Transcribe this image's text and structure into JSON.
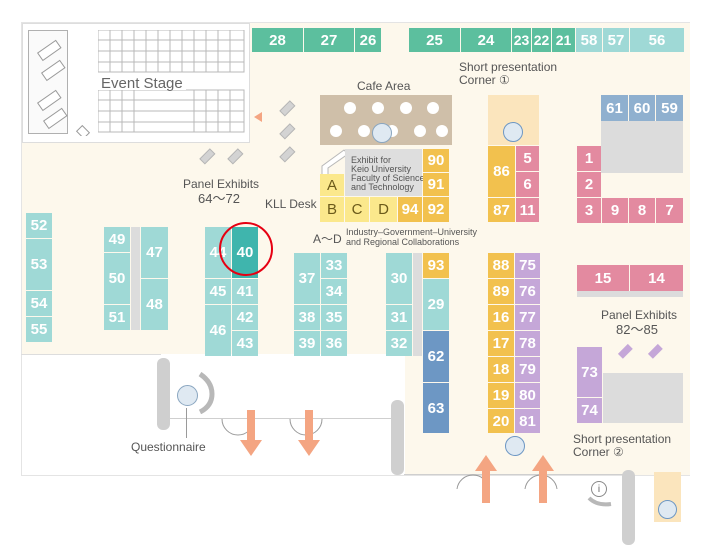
{
  "labels": {
    "event_stage": "Event Stage",
    "cafe_area": "Cafe Area",
    "short_presentation_1_line1": "Short presentation",
    "short_presentation_1_line2": "Corner ①",
    "short_presentation_2_line1": "Short presentation",
    "short_presentation_2_line2": "Corner ②",
    "panel_exhibits_left_line1": "Panel Exhibits",
    "panel_exhibits_left_line2": "64〜72",
    "panel_exhibits_right_line1": "Panel Exhibits",
    "panel_exhibits_right_line2": "82〜85",
    "kll_desk": "KLL Desk",
    "keio_line1": "Exhibit for",
    "keio_line2": "Keio University",
    "keio_line3": "Faculty of Science",
    "keio_line4": "and Technology",
    "ad_range": "A〜D",
    "industry_line1": "Industry–Government–University",
    "industry_line2": "and Regional Collaborations",
    "questionnaire": "Questionnaire",
    "info_symbol": "i"
  },
  "booths": {
    "b28": "28",
    "b27": "27",
    "b26": "26",
    "b25": "25",
    "b24": "24",
    "b23": "23",
    "b22": "22",
    "b21": "21",
    "b58": "58",
    "b57": "57",
    "b56": "56",
    "b61": "61",
    "b60": "60",
    "b59": "59",
    "b52": "52",
    "b53": "53",
    "b54": "54",
    "b55": "55",
    "b49": "49",
    "b50": "50",
    "b51": "51",
    "b47": "47",
    "b48": "48",
    "b44": "44",
    "b40": "40",
    "b45": "45",
    "b41": "41",
    "b46": "46",
    "b42": "42",
    "b43": "43",
    "b37": "37",
    "b33": "33",
    "b34": "34",
    "b38": "38",
    "b35": "35",
    "b39": "39",
    "b36": "36",
    "b30": "30",
    "b31": "31",
    "b32": "32",
    "b90": "90",
    "b91": "91",
    "b94": "94",
    "b92": "92",
    "bA": "A",
    "bB": "B",
    "bC": "C",
    "bD": "D",
    "b93": "93",
    "b29": "29",
    "b62": "62",
    "b63": "63",
    "b86": "86",
    "b87": "87",
    "b5": "5",
    "b6": "6",
    "b11": "11",
    "b88": "88",
    "b89": "89",
    "b16": "16",
    "b17": "17",
    "b18": "18",
    "b19": "19",
    "b20": "20",
    "b75": "75",
    "b76": "76",
    "b77": "77",
    "b78": "78",
    "b79": "79",
    "b80": "80",
    "b81": "81",
    "b1": "1",
    "b2": "2",
    "b3": "3",
    "b9": "9",
    "b8": "8",
    "b7": "7",
    "b15": "15",
    "b14": "14",
    "b73": "73",
    "b74": "74"
  },
  "highlighted_booth": "40",
  "colors": {
    "green": "#5cbf9e",
    "teal": "#9fd9d6",
    "highlight": "#3fb5ad",
    "orange": "#f2c14e",
    "light_yellow": "#fbe88c",
    "blue": "#8fb0cf",
    "blue_dark": "#6d97c4",
    "pink": "#e38aa0",
    "purple": "#c5a7d8",
    "highlight_ring": "#e60012",
    "arrow": "#f4a582"
  }
}
